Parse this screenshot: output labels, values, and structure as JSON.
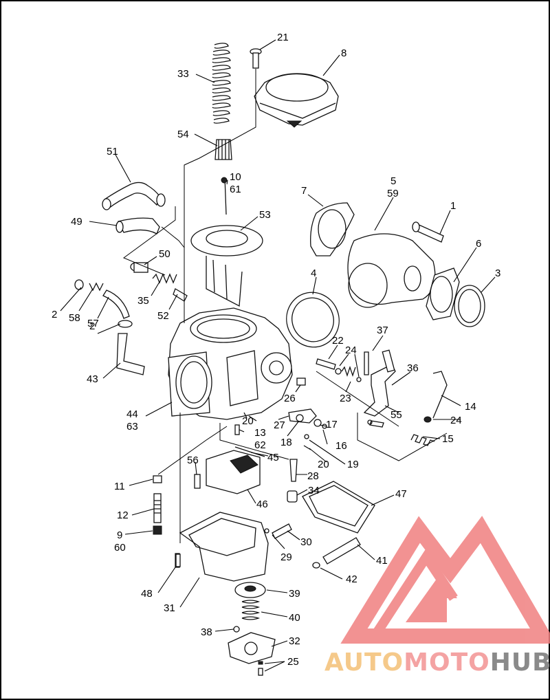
{
  "callouts": [
    {
      "id": "c21",
      "text": "21"
    },
    {
      "id": "c8",
      "text": "8"
    },
    {
      "id": "c33",
      "text": "33"
    },
    {
      "id": "c54",
      "text": "54"
    },
    {
      "id": "c51",
      "text": "51"
    },
    {
      "id": "c10",
      "text": "10"
    },
    {
      "id": "c61",
      "text": "61"
    },
    {
      "id": "c7",
      "text": "7"
    },
    {
      "id": "c5",
      "text": "5"
    },
    {
      "id": "c59",
      "text": "59"
    },
    {
      "id": "c1",
      "text": "1"
    },
    {
      "id": "c49",
      "text": "49"
    },
    {
      "id": "c53",
      "text": "53"
    },
    {
      "id": "c50",
      "text": "50"
    },
    {
      "id": "c6",
      "text": "6"
    },
    {
      "id": "c3",
      "text": "3"
    },
    {
      "id": "c4",
      "text": "4"
    },
    {
      "id": "c35",
      "text": "35"
    },
    {
      "id": "c2a",
      "text": "2"
    },
    {
      "id": "c58",
      "text": "58"
    },
    {
      "id": "c57",
      "text": "57"
    },
    {
      "id": "c52",
      "text": "52"
    },
    {
      "id": "c2b",
      "text": "2"
    },
    {
      "id": "c37",
      "text": "37"
    },
    {
      "id": "c22",
      "text": "22"
    },
    {
      "id": "c24a",
      "text": "24"
    },
    {
      "id": "c36",
      "text": "36"
    },
    {
      "id": "c43",
      "text": "43"
    },
    {
      "id": "c23",
      "text": "23"
    },
    {
      "id": "c26",
      "text": "26"
    },
    {
      "id": "c14",
      "text": "14"
    },
    {
      "id": "c44",
      "text": "44"
    },
    {
      "id": "c63",
      "text": "63"
    },
    {
      "id": "c55",
      "text": "55"
    },
    {
      "id": "c20a",
      "text": "20"
    },
    {
      "id": "c27",
      "text": "27"
    },
    {
      "id": "c24b",
      "text": "24"
    },
    {
      "id": "c17",
      "text": "17"
    },
    {
      "id": "c13",
      "text": "13"
    },
    {
      "id": "c15",
      "text": "15"
    },
    {
      "id": "c62",
      "text": "62"
    },
    {
      "id": "c18",
      "text": "18"
    },
    {
      "id": "c16",
      "text": "16"
    },
    {
      "id": "c45",
      "text": "45"
    },
    {
      "id": "c56",
      "text": "56"
    },
    {
      "id": "c20b",
      "text": "20"
    },
    {
      "id": "c19",
      "text": "19"
    },
    {
      "id": "c28",
      "text": "28"
    },
    {
      "id": "c11",
      "text": "11"
    },
    {
      "id": "c34",
      "text": "34"
    },
    {
      "id": "c47",
      "text": "47"
    },
    {
      "id": "c46",
      "text": "46"
    },
    {
      "id": "c12",
      "text": "12"
    },
    {
      "id": "c30",
      "text": "30"
    },
    {
      "id": "c9",
      "text": "9"
    },
    {
      "id": "c60",
      "text": "60"
    },
    {
      "id": "c29",
      "text": "29"
    },
    {
      "id": "c41",
      "text": "41"
    },
    {
      "id": "c42",
      "text": "42"
    },
    {
      "id": "c48",
      "text": "48"
    },
    {
      "id": "c39",
      "text": "39"
    },
    {
      "id": "c31",
      "text": "31"
    },
    {
      "id": "c40",
      "text": "40"
    },
    {
      "id": "c38",
      "text": "38"
    },
    {
      "id": "c32",
      "text": "32"
    },
    {
      "id": "c25",
      "text": "25"
    }
  ],
  "watermark": {
    "part1": "AUTO",
    "part2": "MOTO",
    "part3": "HUB",
    "colors": {
      "part1": "#f5c98a",
      "part2": "#f4a3a3",
      "part3": "#8a8a8a",
      "mark": "#f08080"
    }
  }
}
